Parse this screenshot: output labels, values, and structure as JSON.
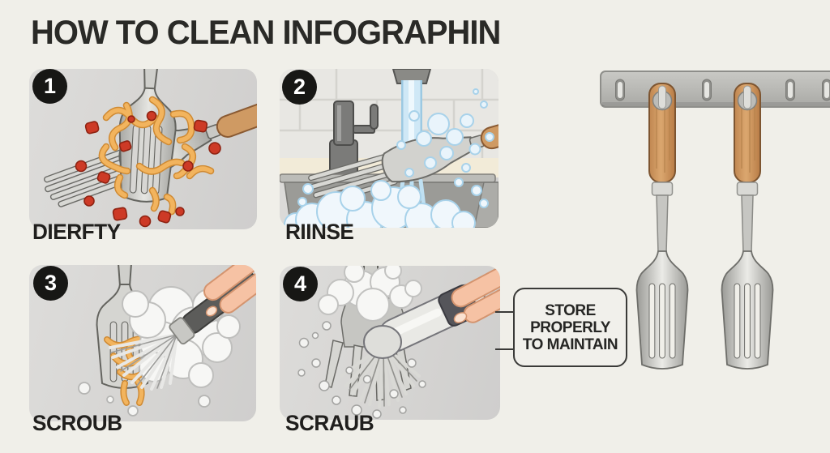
{
  "header": {
    "title": "HOW TO CLEAN INFOGRAPHIN"
  },
  "steps": [
    {
      "number": "1",
      "label": "DIERFTY",
      "illustration": "dirty-fork-with-spaghetti-and-tomato-bits"
    },
    {
      "number": "2",
      "label": "RIINSE",
      "illustration": "fork-rinsed-under-running-faucet-in-sink"
    },
    {
      "number": "3",
      "label": "SCROUB",
      "illustration": "fork-scrubbed-with-brush-and-foam"
    },
    {
      "number": "4",
      "label": "SCRAUB",
      "illustration": "fork-scrubbed-with-dish-brush-and-suds"
    }
  ],
  "callout": {
    "line1": "STORE",
    "line2": "PROPERLY",
    "line3": "TO MAINTAIN"
  },
  "storage": {
    "illustration": "two-wooden-handle-forks-hanging-on-wall-rack"
  },
  "colors": {
    "page_background": "#f0efe9",
    "panel_background": "#d7d6d4",
    "badge": "#171715",
    "text": "#262624",
    "wood_handle": "#cf9a63",
    "metal": "#c9c9c5",
    "noodle": "#f2b45e",
    "tomato": "#cd3a26",
    "water": "#cfe8f6",
    "bubble_outline": "#a8d2ea",
    "foam": "#f7f7f5",
    "skin": "#f6c2a4"
  }
}
